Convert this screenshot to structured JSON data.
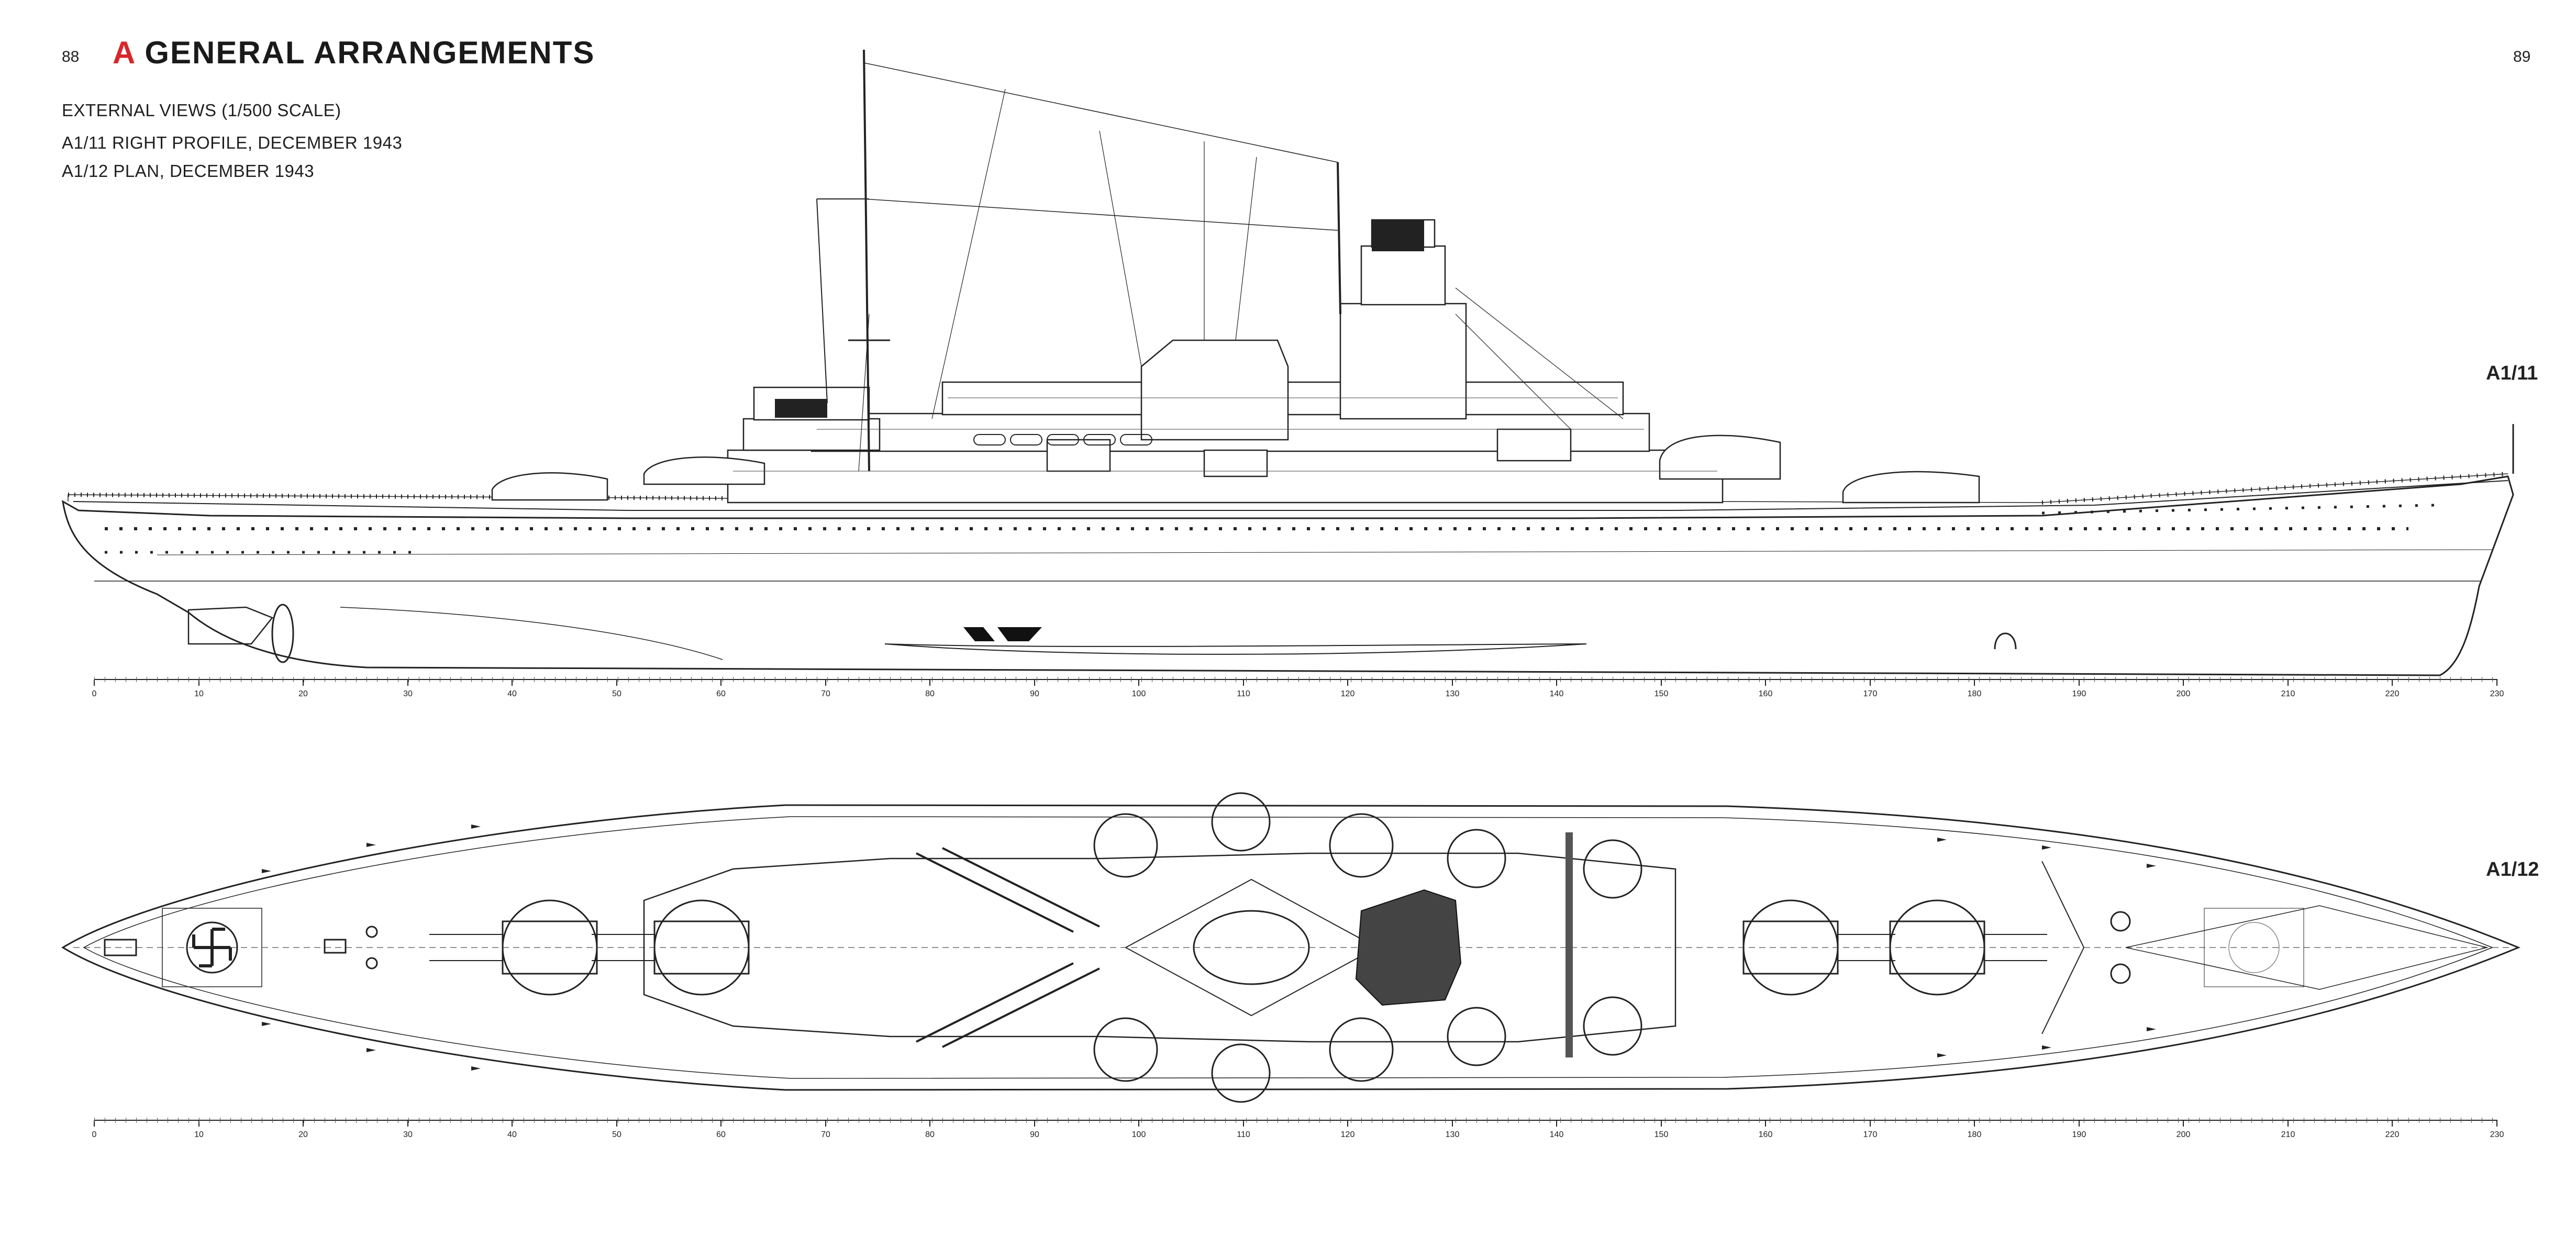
{
  "page": {
    "left_number": "88",
    "right_number": "89"
  },
  "header": {
    "letter": "A",
    "title": "GENERAL ARRANGEMENTS",
    "letter_color": "#d8262b"
  },
  "captions": {
    "line1": "EXTERNAL VIEWS (1/500 SCALE)",
    "line2": "A1/11 RIGHT PROFILE, DECEMBER 1943",
    "line3": "A1/12 PLAN, DECEMBER 1943"
  },
  "figures": {
    "profile_label": "A1/11",
    "plan_label": "A1/12"
  },
  "scale_ruler": {
    "labels": [
      "0",
      "10",
      "20",
      "30",
      "40",
      "50",
      "60",
      "70",
      "80",
      "90",
      "100",
      "110",
      "120",
      "130",
      "140",
      "150",
      "160",
      "170",
      "180",
      "190",
      "200",
      "210",
      "220",
      "230"
    ]
  },
  "icons": {
    "profile": "ship-profile-drawing",
    "plan": "ship-plan-drawing"
  }
}
